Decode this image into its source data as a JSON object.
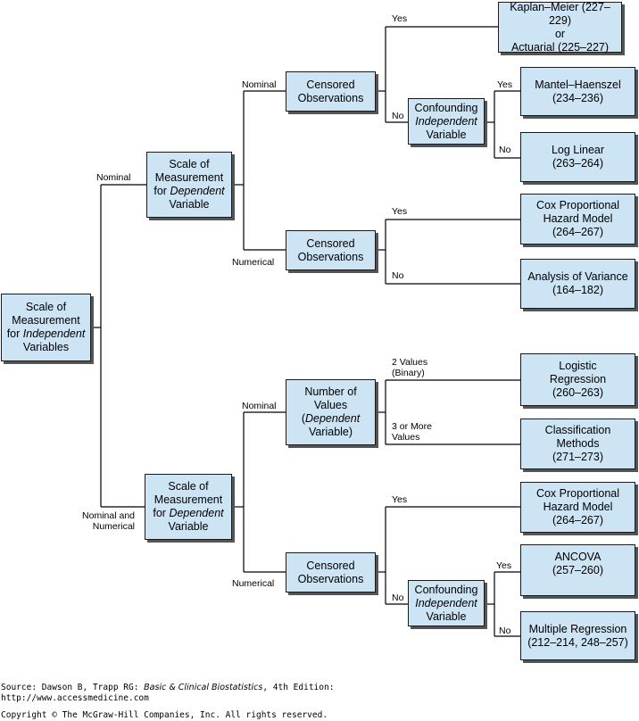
{
  "nodes": {
    "root": [
      "Scale of",
      "Measurement",
      "for",
      "Independent",
      "Variables"
    ],
    "dep_top": [
      "Scale of",
      "Measurement",
      "for",
      "Dependent",
      "Variable"
    ],
    "dep_bottom": [
      "Scale of",
      "Measurement",
      "for",
      "Dependent",
      "Variable"
    ],
    "censored_1": [
      "Censored",
      "Observations"
    ],
    "censored_2": [
      "Censored",
      "Observations"
    ],
    "censored_3": [
      "Censored",
      "Observations"
    ],
    "number_values": [
      "Number of",
      "Values",
      "(",
      "Dependent",
      "Variable)"
    ],
    "confounding_1": [
      "Confounding",
      "Independent",
      "Variable"
    ],
    "confounding_2": [
      "Confounding",
      "Independent",
      "Variable"
    ],
    "kaplan": [
      "Kaplan–Meier (227–229)",
      "or",
      "Actuarial (225–227)"
    ],
    "mantel": [
      "Mantel–Haenszel",
      "(234–236)"
    ],
    "loglinear": [
      "Log Linear",
      "(263–264)"
    ],
    "cox_1": [
      "Cox Proportional",
      "Hazard Model",
      "(264–267)"
    ],
    "anova": [
      "Analysis of Variance",
      "(164–182)"
    ],
    "logistic": [
      "Logistic",
      "Regression",
      "(260–263)"
    ],
    "classification": [
      "Classification",
      "Methods",
      "(271–273)"
    ],
    "cox_2": [
      "Cox Proportional",
      "Hazard Model",
      "(264–267)"
    ],
    "ancova": [
      "ANCOVA",
      "(257–260)"
    ],
    "multiple_regression": [
      "Multiple Regression",
      "(212–214, 248–257)"
    ]
  },
  "labels": {
    "nominal_root": "Nominal",
    "nominal_numerical": [
      "Nominal and",
      "Numerical"
    ],
    "top_nominal": "Nominal",
    "top_numerical": "Numerical",
    "bottom_nominal": "Nominal",
    "bottom_numerical": "Numerical",
    "c1_yes": "Yes",
    "c1_no": "No",
    "conf1_yes": "Yes",
    "conf1_no": "No",
    "c2_yes": "Yes",
    "c2_no": "No",
    "two_values": [
      "2 Values",
      "(Binary)"
    ],
    "three_more": [
      "3 or More",
      "Values"
    ],
    "c3_yes": "Yes",
    "c3_no": "No",
    "conf2_yes": "Yes",
    "conf2_no": "No"
  },
  "footer": {
    "source_prefix": "Source: Dawson B, Trapp RG: ",
    "source_title": "Basic & Clinical Biostatistics",
    "source_suffix": ", 4th Edition:",
    "url": "http://www.accessmedicine.com",
    "copyright": "Copyright © The McGraw-Hill Companies, Inc. All rights reserved."
  },
  "colors": {
    "box_fill": "#cde4f5",
    "box_border": "#1a1a1a",
    "shadow": "#555555",
    "line": "#000000"
  }
}
